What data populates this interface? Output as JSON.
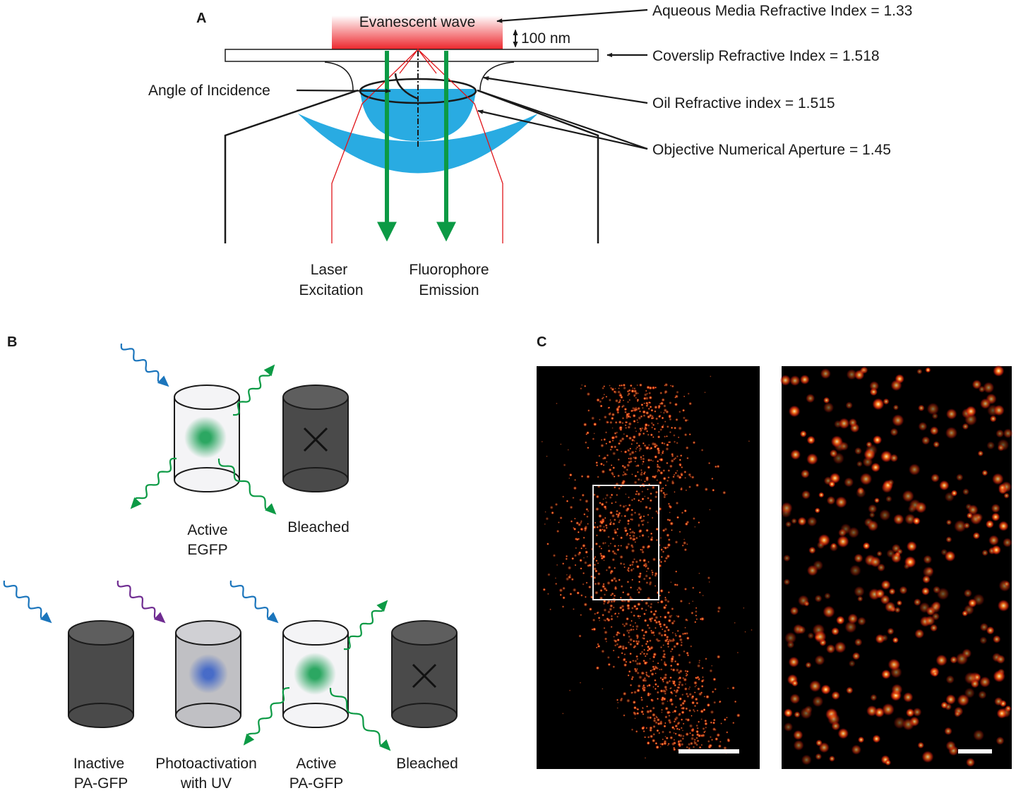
{
  "panels": {
    "a": "A",
    "b": "B",
    "c": "C"
  },
  "panel_a": {
    "evanescent_wave": "Evanescent wave",
    "depth": "100 nm",
    "angle_of_incidence": "Angle of Incidence",
    "aqueous_media": "Aqueous Media Refractive Index = 1.33",
    "coverslip": "Coverslip Refractive Index = 1.518",
    "oil": "Oil Refractive index = 1.515",
    "objective_na": "Objective Numerical Aperture = 1.45",
    "laser_excitation": [
      "Laser",
      "Excitation"
    ],
    "fluorophore_emission": [
      "Fluorophore",
      "Emission"
    ]
  },
  "panel_b": {
    "active_egfp": [
      "Active",
      "EGFP"
    ],
    "bleached_top": "Bleached",
    "inactive_pagfp": [
      "Inactive",
      "PA-GFP"
    ],
    "photoactivation": [
      "Photoactivation",
      "with UV"
    ],
    "active_pagfp": [
      "Active",
      "PA-GFP"
    ],
    "bleached_bottom": "Bleached"
  },
  "colors": {
    "excitation_light": "#1b75bc",
    "uv_light": "#6f2c91",
    "emission_light": "#0c9a45",
    "lens": "#29abe2",
    "laser_ray": "#e0161b",
    "evanescent": "#ec2127",
    "bleached_cylinder": "#4a4a4a"
  }
}
